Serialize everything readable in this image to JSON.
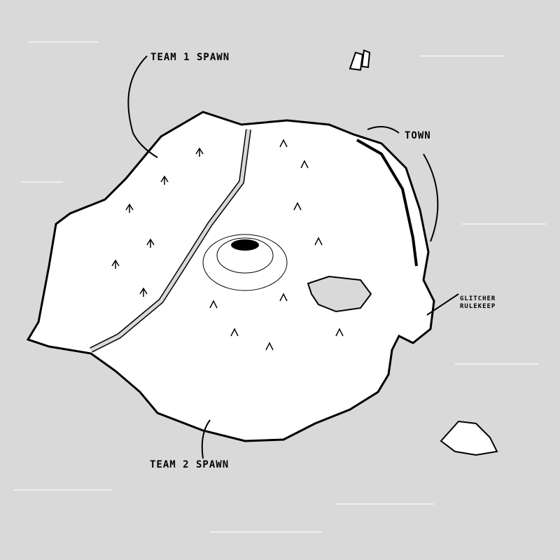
{
  "map": {
    "labels": {
      "team1_spawn": "TEAM 1 SPAWN",
      "team2_spawn": "TEAM 2 SPAWN",
      "town": "TOWN",
      "glitcher_line1": "GLITCHER",
      "glitcher_line2": "RULEKEEP"
    },
    "colors": {
      "sea": "#d9d9d9",
      "land": "#ffffff",
      "ink": "#000000",
      "river": "#d9d9d9"
    }
  }
}
